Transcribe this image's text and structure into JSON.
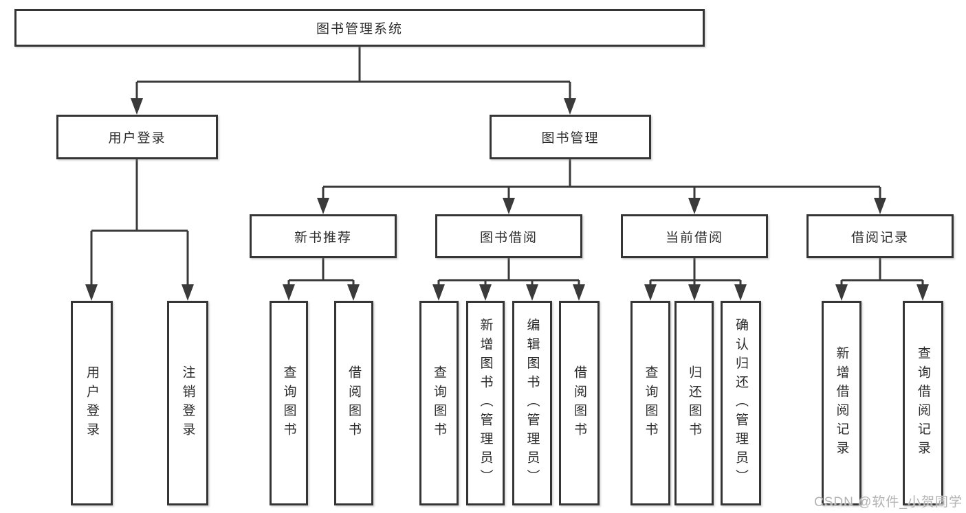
{
  "diagram": {
    "root": {
      "label": "图书管理系统"
    },
    "level2": [
      {
        "id": "user-login",
        "label": "用户登录"
      },
      {
        "id": "book-mgmt",
        "label": "图书管理"
      }
    ],
    "level3": [
      {
        "id": "new-book-recommend",
        "label": "新书推荐"
      },
      {
        "id": "book-borrow",
        "label": "图书借阅"
      },
      {
        "id": "current-borrow",
        "label": "当前借阅"
      },
      {
        "id": "borrow-records",
        "label": "借阅记录"
      }
    ],
    "leaves": [
      {
        "parent": "用户登录",
        "label": "用户登录"
      },
      {
        "parent": "用户登录",
        "label": "注销登录"
      },
      {
        "parent": "新书推荐",
        "label": "查询图书"
      },
      {
        "parent": "新书推荐",
        "label": "借阅图书"
      },
      {
        "parent": "图书借阅",
        "label": "查询图书"
      },
      {
        "parent": "图书借阅",
        "label": "新增图书（管理员）"
      },
      {
        "parent": "图书借阅",
        "label": "编辑图书（管理员）"
      },
      {
        "parent": "图书借阅",
        "label": "借阅图书"
      },
      {
        "parent": "当前借阅",
        "label": "查询图书"
      },
      {
        "parent": "当前借阅",
        "label": "归还图书"
      },
      {
        "parent": "当前借阅",
        "label": "确认归还（管理员）"
      },
      {
        "parent": "借阅记录",
        "label": "新增借阅记录"
      },
      {
        "parent": "借阅记录",
        "label": "查询借阅记录"
      }
    ],
    "colors": {
      "line": "#3a3a3a",
      "border": "#353535",
      "text": "#2b2b2b",
      "background": "#ffffff",
      "watermark": "#b3b3b3"
    }
  },
  "watermark": {
    "text": "CSDN @软件_小贺同学"
  }
}
